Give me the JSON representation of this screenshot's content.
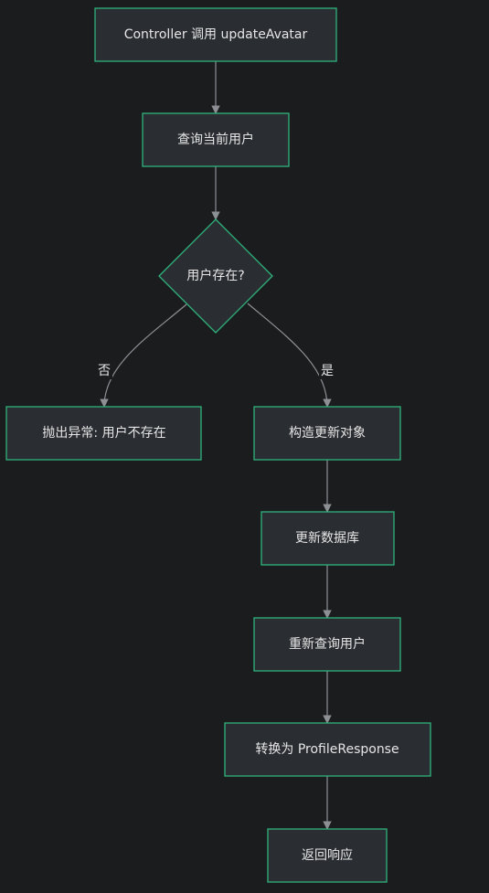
{
  "diagram": {
    "nodes": {
      "controller": "Controller 调用 updateAvatar",
      "query_user": "查询当前用户",
      "user_exists": "用户存在?",
      "throw_error": "抛出异常: 用户不存在",
      "build_update": "构造更新对象",
      "update_db": "更新数据库",
      "requery_user": "重新查询用户",
      "convert": "转换为 ProfileResponse",
      "return_response": "返回响应"
    },
    "edge_labels": {
      "no": "否",
      "yes": "是"
    },
    "colors": {
      "background": "#1b1c1e",
      "node_fill": "#2a2d32",
      "node_border": "#2fb47c",
      "edge": "#8c8f94",
      "text": "#e6e6e6"
    }
  }
}
